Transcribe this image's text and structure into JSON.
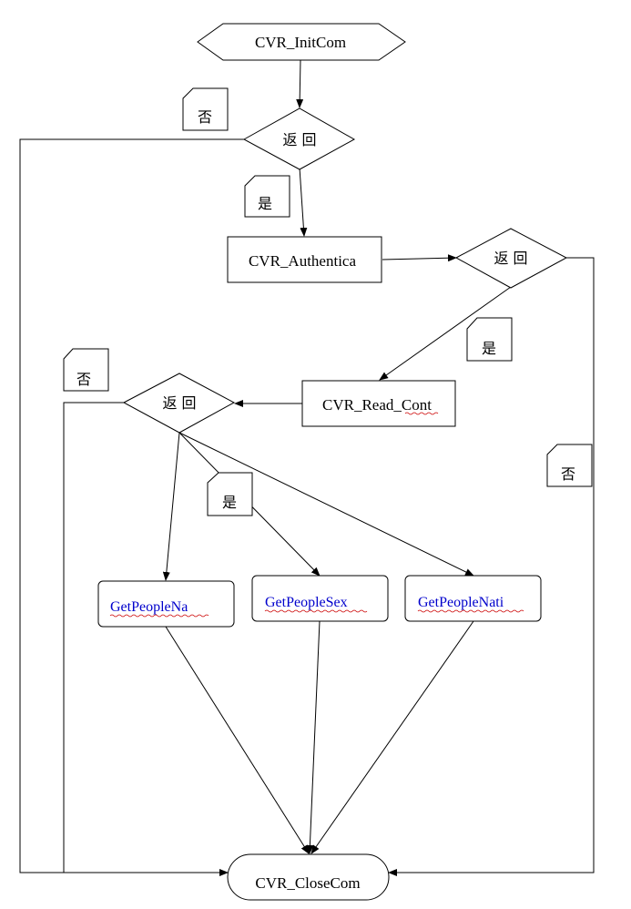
{
  "nodes": {
    "start": "CVR_InitCom",
    "return1": "返 回",
    "authenticate": "CVR_Authentica",
    "return2": "返 回",
    "read_content": "CVR_Read_Cont",
    "return3": "返 回",
    "get_name": "GetPeopleNa",
    "get_sex": "GetPeopleSex",
    "get_nation": "GetPeopleNati",
    "end": "CVR_CloseCom"
  },
  "edge_labels": {
    "no_1": "否",
    "yes_1": "是",
    "yes_2": "是",
    "no_3": "否",
    "yes_3": "是",
    "no_2": "否"
  },
  "colors": {
    "function_link_text": "#0000cc",
    "spellcheck_underline": "#cc0000",
    "stroke": "#000000"
  }
}
